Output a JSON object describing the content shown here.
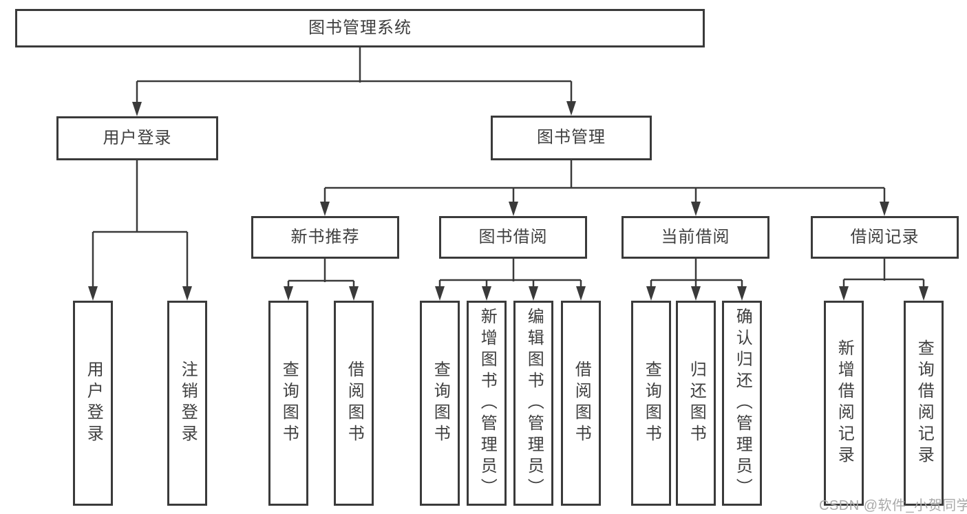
{
  "colors": {
    "line": "#3a3a3a",
    "box_border": "#3a3a3a",
    "text": "#3f3f3f",
    "watermark_text": "#a9a9a9",
    "background": "#ffffff"
  },
  "nodes": {
    "root": {
      "label": "图书管理系统"
    },
    "user_login": {
      "label": "用户登录"
    },
    "book_management": {
      "label": "图书管理"
    },
    "new_book_recommend": {
      "label": "新书推荐"
    },
    "book_borrowing": {
      "label": "图书借阅"
    },
    "current_borrowing": {
      "label": "当前借阅"
    },
    "borrowing_records": {
      "label": "借阅记录"
    },
    "leaf_user_login": {
      "label": "用户登录"
    },
    "leaf_logout": {
      "label": "注销登录"
    },
    "leaf_query_books_recommend": {
      "label": "查询图书"
    },
    "leaf_borrow_books_recommend": {
      "label": "借阅图书"
    },
    "leaf_query_books_borrowing": {
      "label": "查询图书"
    },
    "leaf_add_book_admin": {
      "label": "新增图书（管理员）"
    },
    "leaf_edit_book_admin": {
      "label": "编辑图书（管理员）"
    },
    "leaf_borrow_books_borrowing": {
      "label": "借阅图书"
    },
    "leaf_query_books_current": {
      "label": "查询图书"
    },
    "leaf_return_book": {
      "label": "归还图书"
    },
    "leaf_confirm_return_admin": {
      "label": "确认归还（管理员）"
    },
    "leaf_add_borrow_record": {
      "label": "新增借阅记录"
    },
    "leaf_query_borrow_record": {
      "label": "查询借阅记录"
    }
  },
  "watermark": {
    "text": "CSDN @软件_小贺同学"
  }
}
